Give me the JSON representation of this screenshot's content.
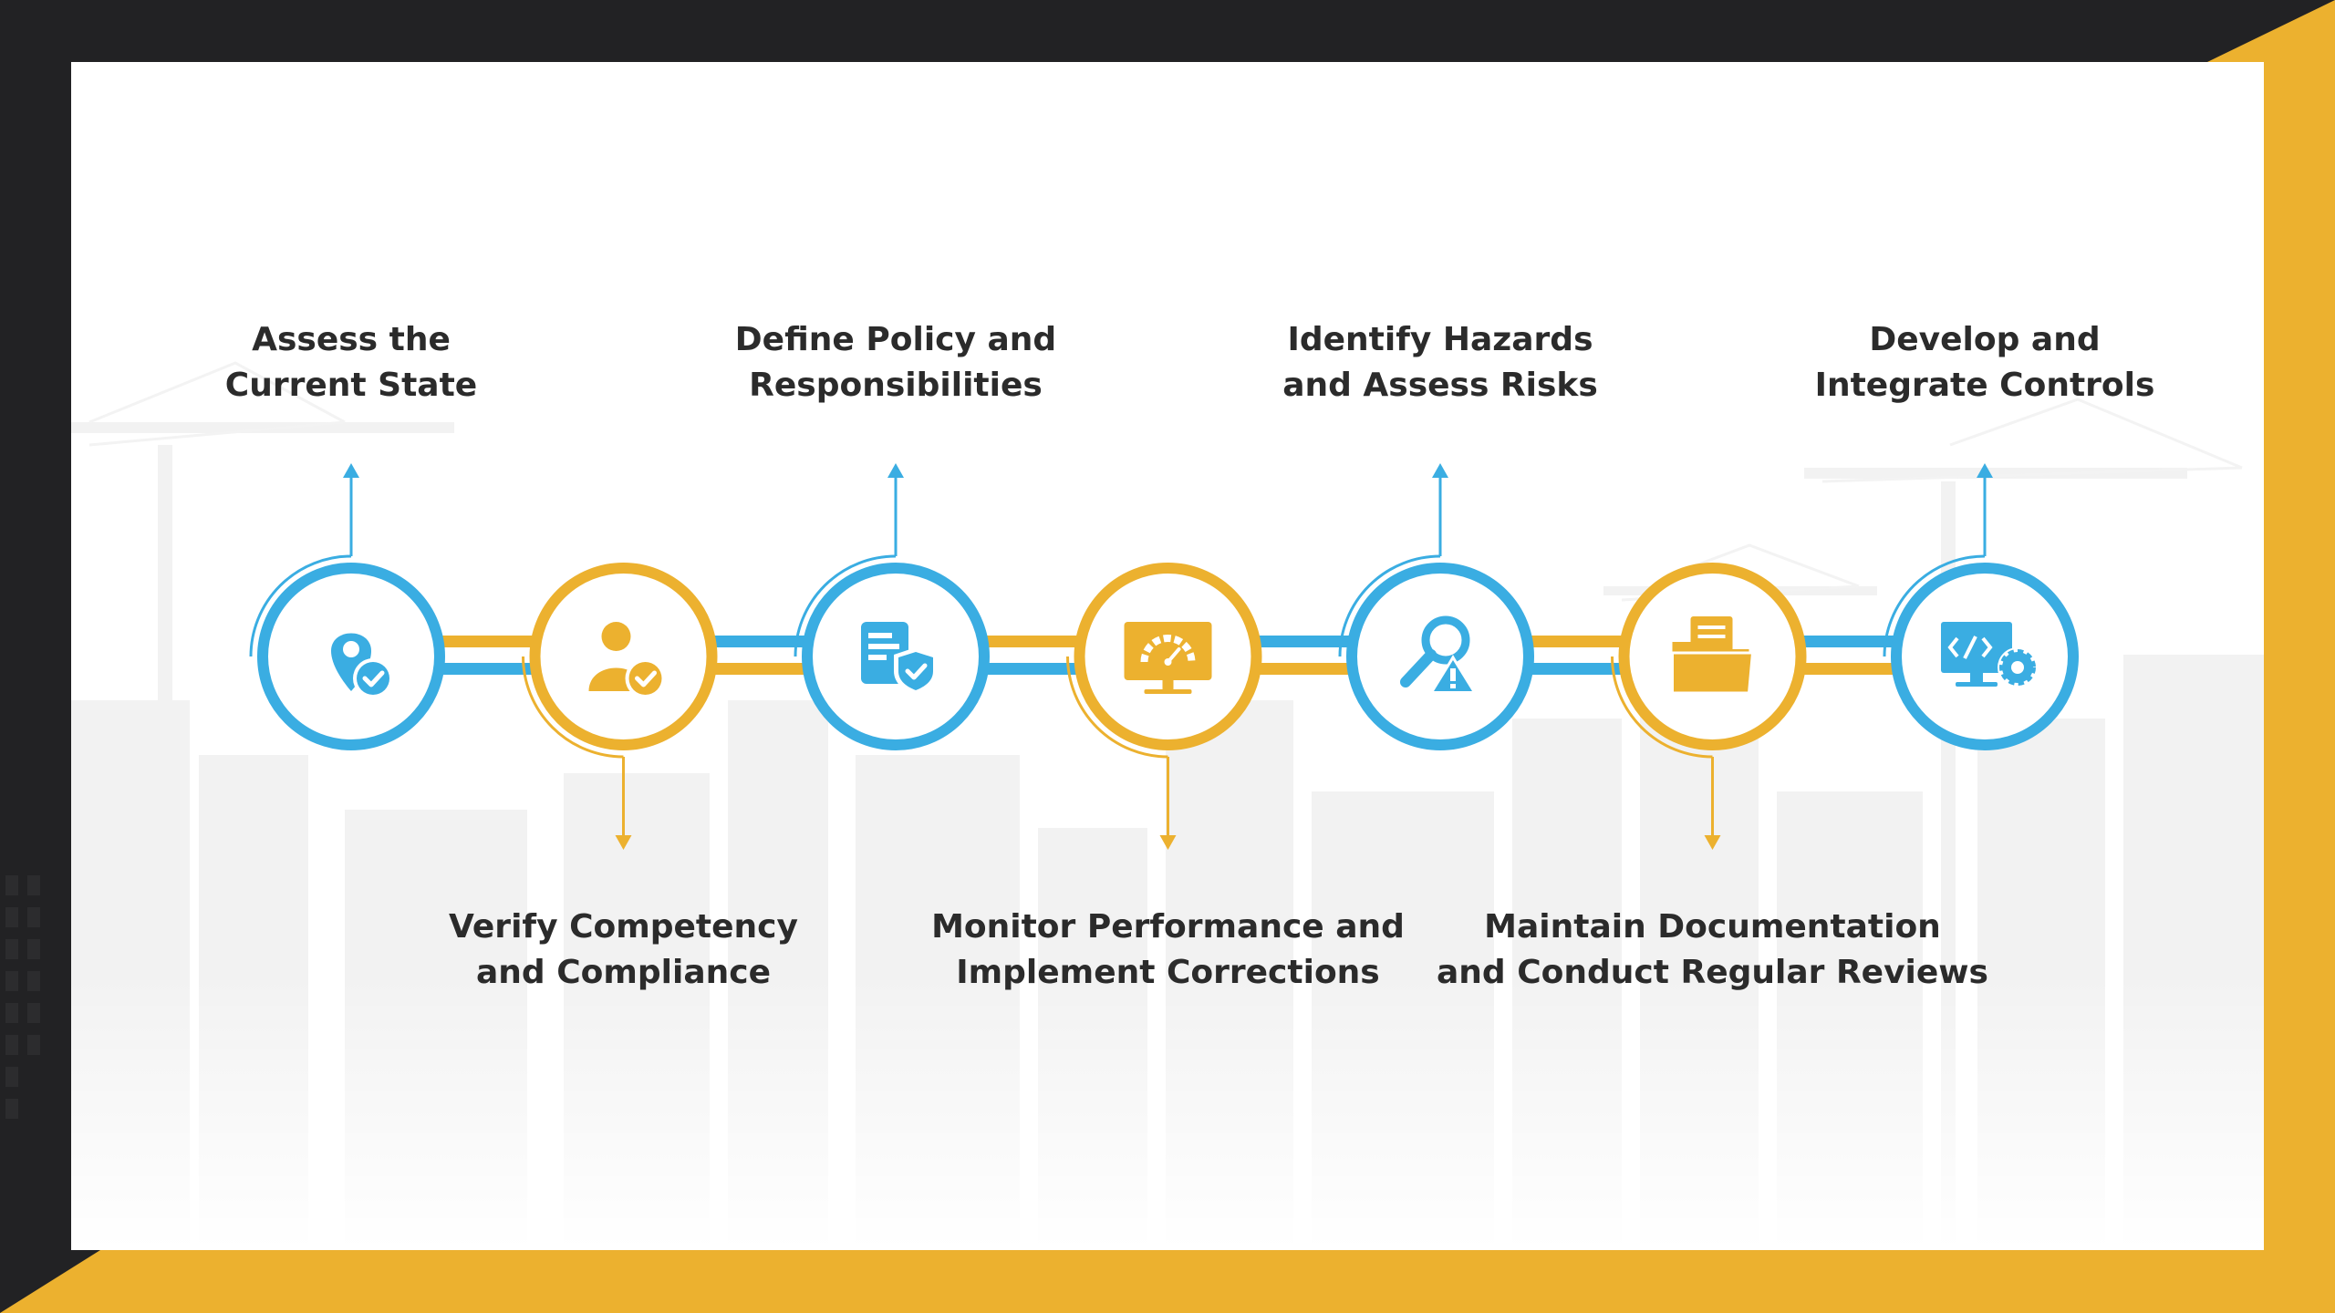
{
  "colors": {
    "blue": "#3aade2",
    "yellow": "#ecb12f",
    "frame_dark": "#222224",
    "text": "#2b2b2b"
  },
  "steps": [
    {
      "lines": [
        "Assess the",
        "Current State"
      ],
      "color": "blue",
      "icon": "location-pin-check-icon",
      "position": "top"
    },
    {
      "lines": [
        "Verify Competency",
        "and Compliance"
      ],
      "color": "yellow",
      "icon": "user-check-icon",
      "position": "bottom"
    },
    {
      "lines": [
        "Define Policy and",
        "Responsibilities"
      ],
      "color": "blue",
      "icon": "document-shield-icon",
      "position": "top"
    },
    {
      "lines": [
        "Monitor Performance and",
        "Implement Corrections"
      ],
      "color": "yellow",
      "icon": "monitor-gauge-icon",
      "position": "bottom"
    },
    {
      "lines": [
        "Identify Hazards",
        "and Assess Risks"
      ],
      "color": "blue",
      "icon": "magnifier-warning-icon",
      "position": "top"
    },
    {
      "lines": [
        "Maintain Documentation",
        "and Conduct Regular Reviews"
      ],
      "color": "yellow",
      "icon": "folder-document-icon",
      "position": "bottom"
    },
    {
      "lines": [
        "Develop and",
        "Integrate Controls"
      ],
      "color": "blue",
      "icon": "code-monitor-gear-icon",
      "position": "top"
    }
  ]
}
